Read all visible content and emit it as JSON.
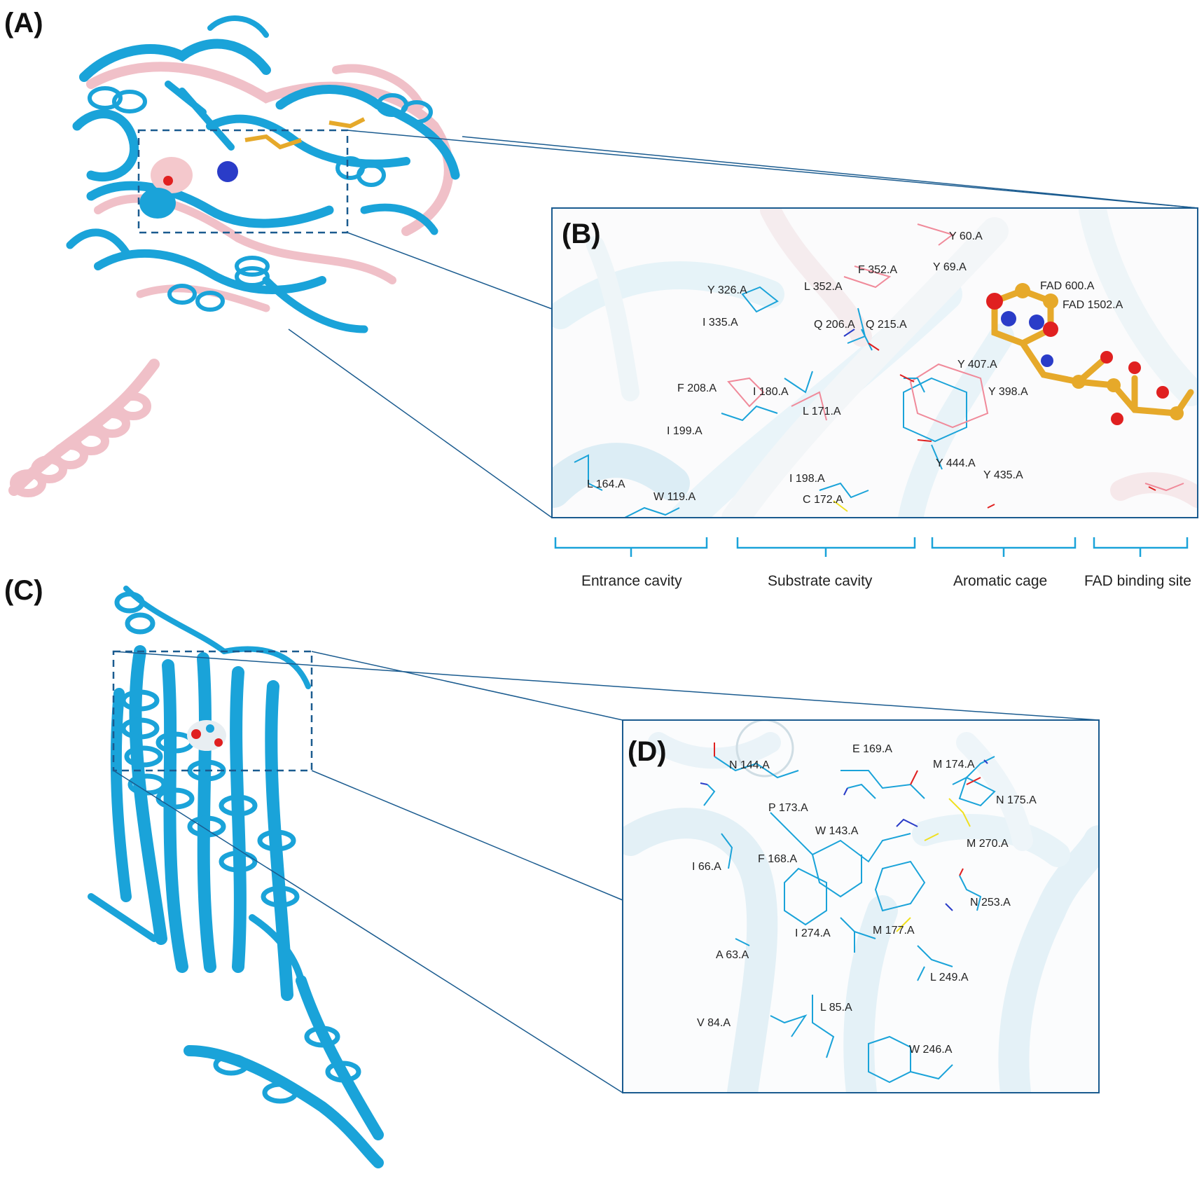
{
  "panels": {
    "A": {
      "label": "(A)"
    },
    "B": {
      "label": "(B)",
      "residues": [
        "Y 60.A",
        "Y 69.A",
        "F 352.A",
        "L 352.A",
        "Y 326.A",
        "I 335.A",
        "Q 206.A",
        "Q 215.A",
        "FAD 600.A",
        "FAD 1502.A",
        "Y 407.A",
        "F 208.A",
        "I 180.A",
        "L 171.A",
        "Y 398.A",
        "I 199.A",
        "Y 444.A",
        "Y 435.A",
        "L 164.A",
        "W 119.A",
        "I 198.A",
        "C 172.A"
      ],
      "regions": [
        "Entrance cavity",
        "Substrate cavity",
        "Aromatic cage",
        "FAD binding site"
      ]
    },
    "C": {
      "label": "(C)"
    },
    "D": {
      "label": "(D)",
      "residues": [
        "E 169.A",
        "N 144.A",
        "M 174.A",
        "N 175.A",
        "P 173.A",
        "W 143.A",
        "M 270.A",
        "I 66.A",
        "F 168.A",
        "N 253.A",
        "I 274.A",
        "M 177.A",
        "A 63.A",
        "L 249.A",
        "L 85.A",
        "V 84.A",
        "W 246.A"
      ]
    }
  },
  "colors": {
    "protein_blue": "#1aa3d9",
    "protein_pink": "#f0c0c8",
    "zoom_line": "#1a5b8f",
    "ligand_gold": "#e6a92a",
    "oxygen_red": "#e02020",
    "nitrogen_blue": "#2a3cc8",
    "sulfur_yellow": "#f0e020"
  }
}
